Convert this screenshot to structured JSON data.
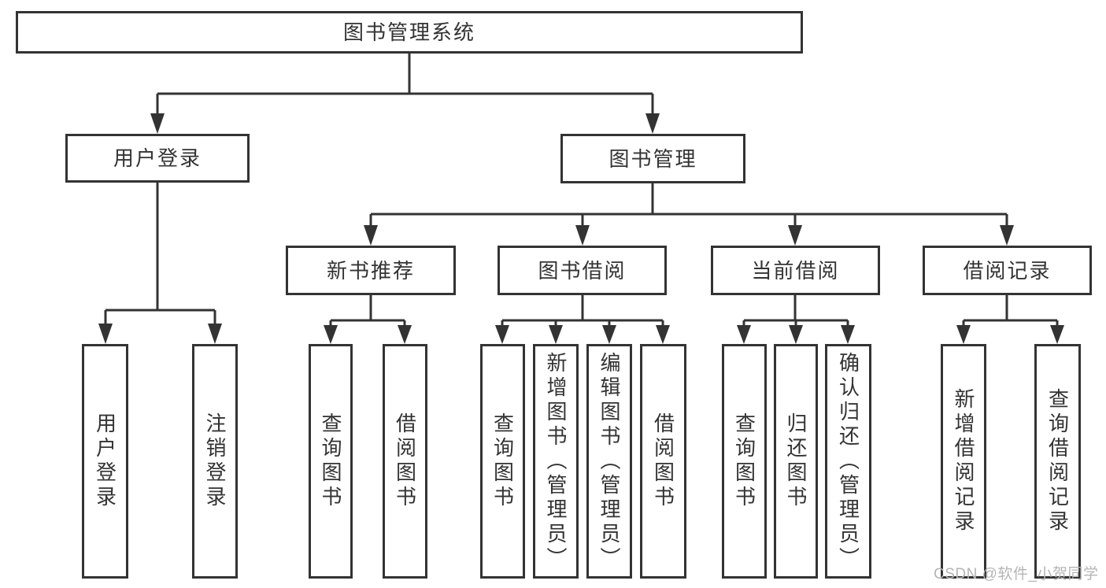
{
  "diagram": {
    "root": {
      "label": "图书管理系统"
    },
    "level2": {
      "user_login": {
        "label": "用户登录"
      },
      "book_mgmt": {
        "label": "图书管理"
      }
    },
    "level3": {
      "new_books": {
        "label": "新书推荐"
      },
      "book_borrow": {
        "label": "图书借阅"
      },
      "current_borrow": {
        "label": "当前借阅"
      },
      "borrow_records": {
        "label": "借阅记录"
      }
    },
    "leaves": {
      "user_login_1": {
        "label": "用户登录"
      },
      "user_login_2": {
        "label": "注销登录"
      },
      "new_books_1": {
        "label": "查询图书"
      },
      "new_books_2": {
        "label": "借阅图书"
      },
      "book_borrow_1": {
        "label": "查询图书"
      },
      "book_borrow_2": {
        "label": "新增图书（管理员）"
      },
      "book_borrow_3": {
        "label": "编辑图书（管理员）"
      },
      "book_borrow_4": {
        "label": "借阅图书"
      },
      "current_borrow_1": {
        "label": "查询图书"
      },
      "current_borrow_2": {
        "label": "归还图书"
      },
      "current_borrow_3": {
        "label": "确认归还（管理员）"
      },
      "borrow_records_1": {
        "label": "新增借阅记录"
      },
      "borrow_records_2": {
        "label": "查询借阅记录"
      }
    },
    "watermark": "CSDN @软件_小贺同学",
    "colors": {
      "line": "#333333",
      "text": "#333333",
      "background": "#ffffff",
      "watermark": "#b5b5b5"
    }
  }
}
